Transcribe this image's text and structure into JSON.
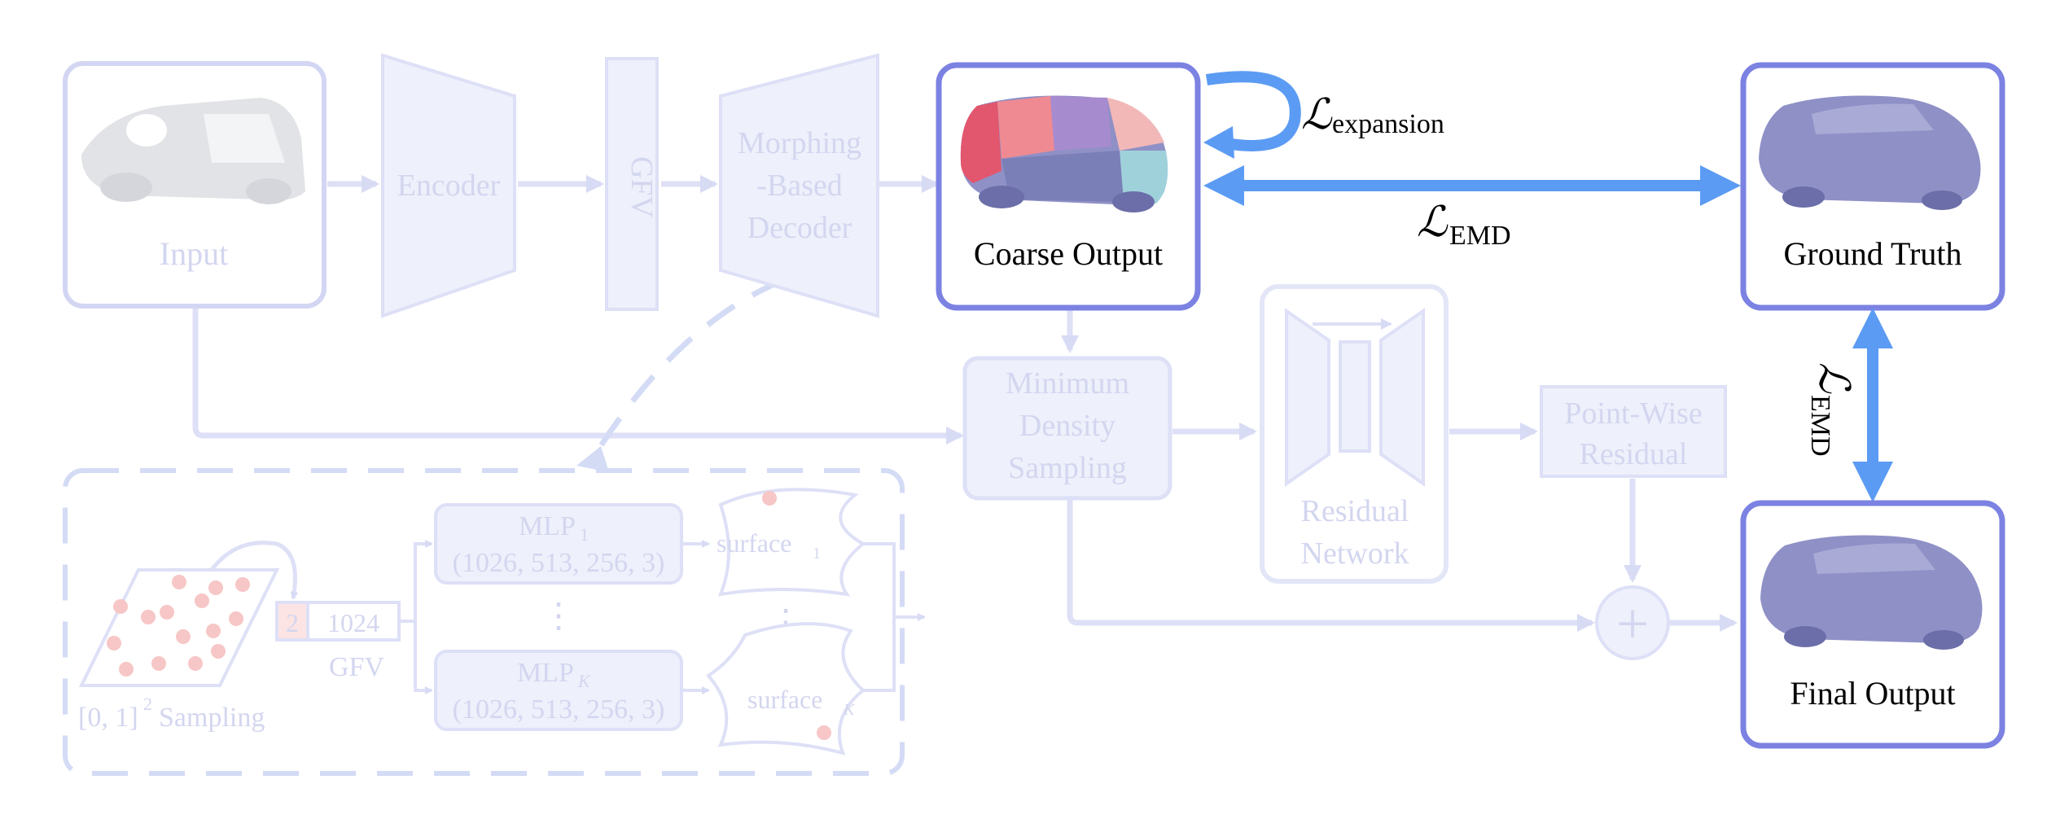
{
  "input": {
    "label": "Input"
  },
  "encoder": {
    "label": "Encoder"
  },
  "gfv_vertical": {
    "label": "GFV"
  },
  "decoder": {
    "lines": [
      "Morphing",
      "-Based",
      "Decoder"
    ]
  },
  "coarse_output": {
    "label": "Coarse Output"
  },
  "ground_truth": {
    "label": "Ground Truth"
  },
  "final_output": {
    "label": "Final Output"
  },
  "loss_expansion": {
    "symbol": "ℒ",
    "subscript": "expansion"
  },
  "loss_emd_top": {
    "symbol": "ℒ",
    "subscript": "EMD"
  },
  "loss_emd_side": {
    "symbol": "ℒ",
    "subscript": "EMD"
  },
  "mds": {
    "lines": [
      "Minimum",
      "Density",
      "Sampling"
    ]
  },
  "residual_network": {
    "lines": [
      "Residual",
      "Network"
    ]
  },
  "point_wise_residual": {
    "lines": [
      "Point-Wise",
      "Residual"
    ]
  },
  "sampling": {
    "label_math": "[0, 1]",
    "superscript": "2",
    "label_text": "Sampling"
  },
  "gfv_vector": {
    "first": "2",
    "second": "1024",
    "label": "GFV"
  },
  "mlp_1": {
    "name": "MLP",
    "subscript": "1",
    "dims": "(1026, 513, 256, 3)"
  },
  "mlp_k": {
    "name": "MLP",
    "subscript": "K",
    "dims": "(1026, 513, 256, 3)"
  },
  "surface_1": {
    "name": "surface",
    "subscript": "1"
  },
  "surface_k": {
    "name": "surface",
    "subscript": "K"
  },
  "vdots": {
    "symbol": "⋮"
  },
  "plus": {
    "symbol": "+"
  },
  "colors": {
    "box_border": "#7b82e2",
    "faded_border": "#d3d6f3",
    "faded_fill": "#eef0fb",
    "loss_arrow": "#5b9bf3",
    "faded_arrow": "#dde0f6",
    "dash": "#d3dbf5",
    "sample_dot": "#f7c6c6",
    "car_gray": "#cfd1d6",
    "point_cloud": "#8f90c6"
  }
}
